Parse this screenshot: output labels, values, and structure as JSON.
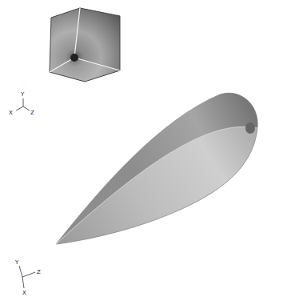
{
  "diagram": {
    "labels": [
      "Y",
      "X",
      "Z",
      "Y",
      "Z",
      "X"
    ]
  }
}
